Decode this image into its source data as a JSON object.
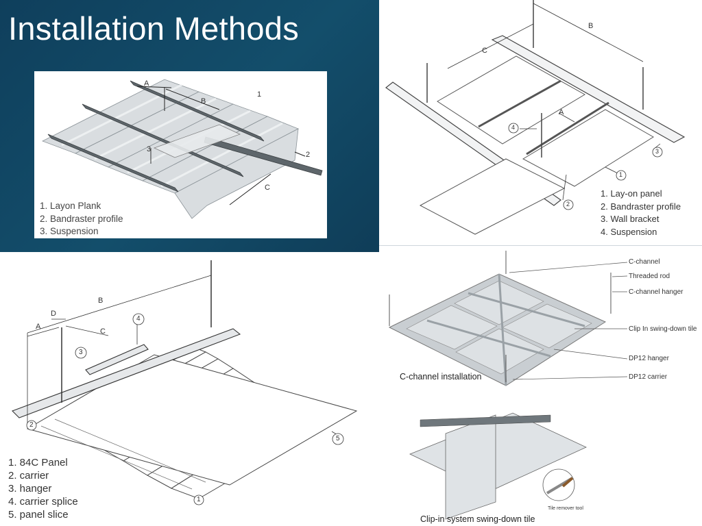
{
  "title": "Installation Methods",
  "panel_layon": {
    "legend": [
      "1. Layon Plank",
      "2. Bandraster profile",
      "3. Suspension"
    ],
    "dims": [
      "A",
      "B",
      "C"
    ],
    "callouts": [
      "1",
      "2",
      "3"
    ]
  },
  "panel_layon_bandraster": {
    "legend": [
      "1. Lay-on panel",
      "2. Bandraster profile",
      "3. Wall bracket",
      "4. Suspension"
    ],
    "dims": [
      "B",
      "C",
      "A"
    ],
    "callouts": [
      "1",
      "2",
      "3",
      "4"
    ]
  },
  "panel_84c": {
    "legend": [
      "1. 84C Panel",
      "2. carrier",
      "3. hanger",
      "4. carrier splice",
      "5. panel slice"
    ],
    "dims": [
      "B",
      "D",
      "A",
      "C"
    ],
    "callouts": [
      "1",
      "2",
      "3",
      "4",
      "5"
    ]
  },
  "panel_cchannel": {
    "labels": [
      "C-channel",
      "Threaded rod",
      "C-channel hanger",
      "Clip In swing-down tile",
      "DP12 hanger",
      "DP12 carrier"
    ],
    "caption": "C-channel installation",
    "swing_caption": "Clip-in system swing-down tile",
    "tool_label": "Tile remover tool"
  }
}
